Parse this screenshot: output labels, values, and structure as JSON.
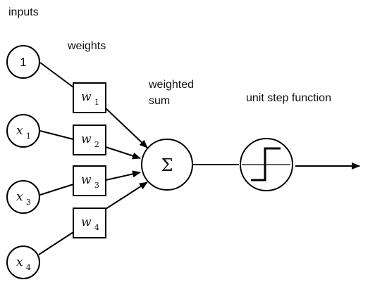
{
  "labels": {
    "inputs": "inputs",
    "weights": "weights",
    "weighted_sum_line1": "weighted",
    "weighted_sum_line2": "sum",
    "unit_step_function": "unit step function"
  },
  "input_nodes": [
    {
      "var": "1",
      "sub": ""
    },
    {
      "var": "x",
      "sub": "1"
    },
    {
      "var": "x",
      "sub": "3"
    },
    {
      "var": "x",
      "sub": "4"
    }
  ],
  "weight_nodes": [
    {
      "var": "w",
      "sub": "1"
    },
    {
      "var": "w",
      "sub": "2"
    },
    {
      "var": "w",
      "sub": "3"
    },
    {
      "var": "w",
      "sub": "4"
    }
  ],
  "sum_symbol": "Σ",
  "colors": {
    "stroke": "#000000",
    "text": "#111111",
    "background": "#ffffff"
  }
}
